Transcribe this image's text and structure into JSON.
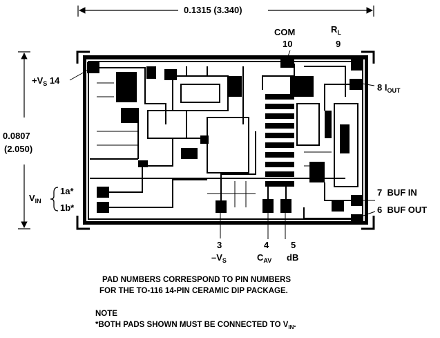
{
  "dimensions": {
    "width_label": "0.1315 (3.340)",
    "height_label_line1": "0.0807",
    "height_label_line2": "(2.050)"
  },
  "pads": {
    "pos_vs": {
      "prefix": "+V",
      "sub": "S",
      "num": "14"
    },
    "com": {
      "name": "COM",
      "num": "10"
    },
    "rl": {
      "prefix": "R",
      "sub": "L",
      "num": "9"
    },
    "iout": {
      "num": "8",
      "prefix": "I",
      "sub": "OUT"
    },
    "vin": {
      "prefix": "V",
      "sub": "IN",
      "pad_a": "1a*",
      "pad_b": "1b*"
    },
    "buf_in": {
      "num": "7",
      "name": "BUF IN"
    },
    "buf_out": {
      "num": "6",
      "name": "BUF OUT"
    },
    "neg_vs": {
      "num": "3",
      "prefix": "–V",
      "sub": "S"
    },
    "cav": {
      "num": "4",
      "prefix": "C",
      "sub": "AV"
    },
    "db": {
      "num": "5",
      "name": "dB"
    }
  },
  "notes": {
    "caption_line1": "PAD NUMBERS CORRESPOND TO PIN NUMBERS",
    "caption_line2": "FOR THE TO-116 14-PIN CERAMIC DIP PACKAGE.",
    "note_title": "NOTE",
    "note_text": "*BOTH PADS SHOWN MUST BE CONNECTED TO V",
    "note_sub": "IN",
    "note_end": "."
  }
}
